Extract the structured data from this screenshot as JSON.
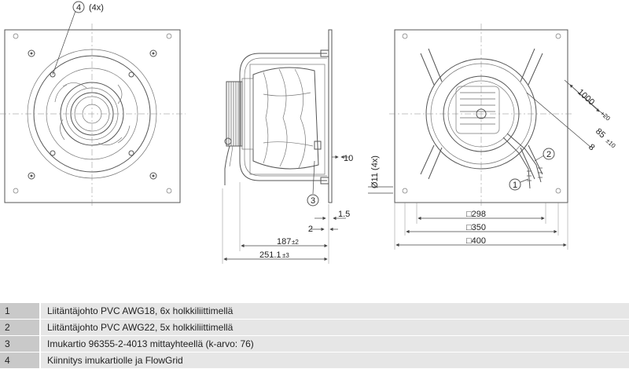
{
  "callouts": {
    "c1": "1",
    "c2": "2",
    "c3": "3",
    "c4": "4",
    "c4_qty": "(4x)"
  },
  "dimensions": {
    "d10": "10",
    "d1_5": "1.5",
    "d2": "2",
    "d187": "187",
    "d187_tol": "±2",
    "d251": "251.1",
    "d251_tol": "±3",
    "d11": "Ø11 (4x)",
    "d298": "□298",
    "d350": "□350",
    "d400": "□400",
    "d1000": "1000",
    "d1000_tol": "+20",
    "d85": "85",
    "d85_tol": "±10",
    "d8": "8"
  },
  "legend": [
    {
      "num": "1",
      "text": "Liitäntäjohto PVC AWG18, 6x holkkiliittimellä"
    },
    {
      "num": "2",
      "text": "Liitäntäjohto PVC AWG22, 5x holkkiliittimellä"
    },
    {
      "num": "3",
      "text": "Imukartio 96355-2-4013 mittayhteellä (k-arvo: 76)"
    },
    {
      "num": "4",
      "text": "Kiinnitys imukartiolle ja FlowGrid"
    }
  ]
}
